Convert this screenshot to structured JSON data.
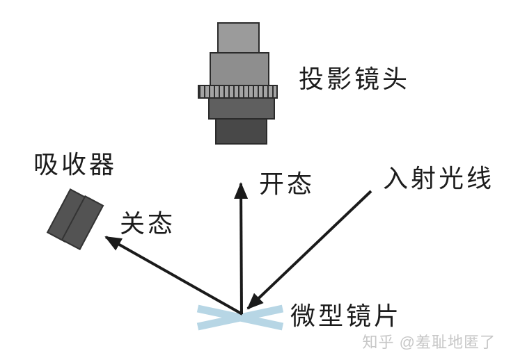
{
  "diagram": {
    "title_context": "DMD micromirror projection optics diagram",
    "labels": {
      "projection_lens": "投影镜头",
      "absorber": "吸收器",
      "on_state": "开态",
      "off_state": "关态",
      "incident_ray": "入射光线",
      "micro_mirror": "微型镜片"
    },
    "watermark": "知乎 @羞耻地匿了",
    "colors": {
      "background": "#ffffff",
      "lens_top_section": "#9b9b9b",
      "lens_upper_body": "#8e8e8e",
      "lens_focus_ring_light": "#a4a4a4",
      "lens_focus_ring_dark": "#2f2f2f",
      "lens_lower_body": "#5f5f5f",
      "lens_barrel": "#484848",
      "absorber_plate": "#535353",
      "arrow": "#1a1a1a",
      "micro_mirror": "#b7d6e5",
      "label_text": "#1c1c1c",
      "watermark_text": "#c7c7c7"
    }
  }
}
